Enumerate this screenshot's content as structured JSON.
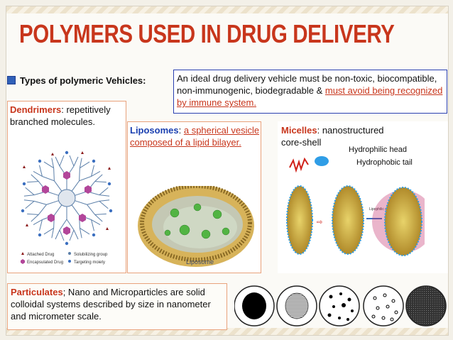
{
  "slide": {
    "title": "POLYMERS USED IN DRUG DELIVERY",
    "types_label": "Types of polymeric Vehicles:",
    "ideal_text_1": "An ideal drug delivery vehicle must be non-toxic, biocompatible, non-immunogenic, biodegradable &",
    "ideal_text_2": "must avoid being recognized by immune system."
  },
  "dendrimers": {
    "name": "Dendrimers",
    "desc": ": repetitively branched molecules.",
    "legend": [
      "Attached Drug",
      "Solubilizing group",
      "Encapsulated Drug",
      "Targeting moiety"
    ]
  },
  "liposomes": {
    "name": "Liposomes",
    "sep": ": ",
    "desc": "a spherical vesicle composed of a lipid bilayer.",
    "caption": "Liposome"
  },
  "micelles": {
    "name": "Micelles",
    "desc": ": nanostructured core-shell",
    "head_label": "Hydrophilic head",
    "tail_label": "Hydrophobic tail",
    "arrow_label": "Lipophilic environment"
  },
  "particulates": {
    "name": "Particulates",
    "desc": "; Nano and Microparticles are solid colloidal systems described by size in nanometer and micrometer scale."
  },
  "colors": {
    "title": "#c8361c",
    "accent_box": "#2a3fb0",
    "label_blue": "#1a3fb0"
  }
}
